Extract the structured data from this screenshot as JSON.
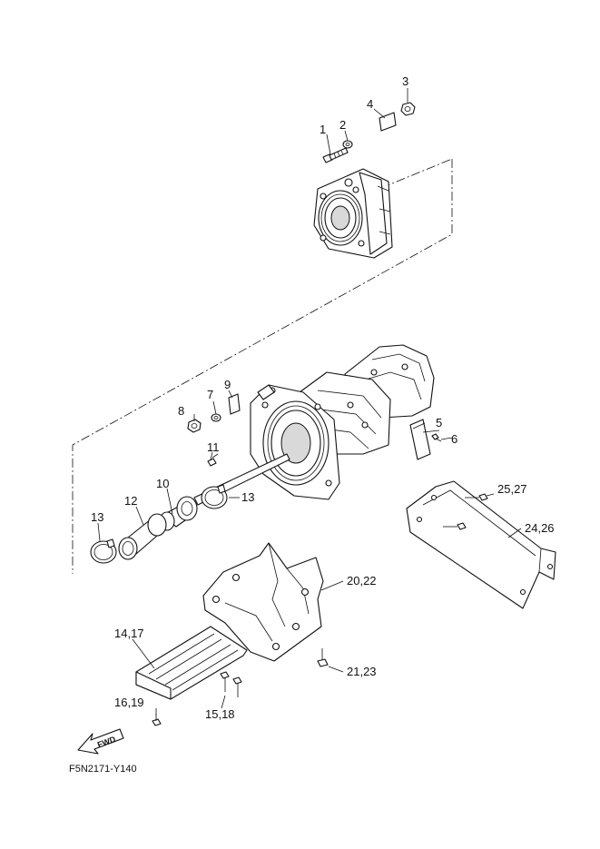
{
  "drawing_code": "F5N2171-Y140",
  "fwd_label": "FWD",
  "callouts": {
    "c1": "1",
    "c2": "2",
    "c3": "3",
    "c4": "4",
    "c5": "5",
    "c6": "6",
    "c7": "7",
    "c8": "8",
    "c9": "9",
    "c10": "10",
    "c11": "11",
    "c12": "12",
    "c13a": "13",
    "c13b": "13",
    "c14_17": "14,17",
    "c15_18": "15,18",
    "c16_19": "16,19",
    "c20_22": "20,22",
    "c21_23": "21,23",
    "c24_26": "24,26",
    "c25_27": "25,27"
  },
  "icons": {
    "fwd_arrow": "fwd-arrow-icon"
  }
}
